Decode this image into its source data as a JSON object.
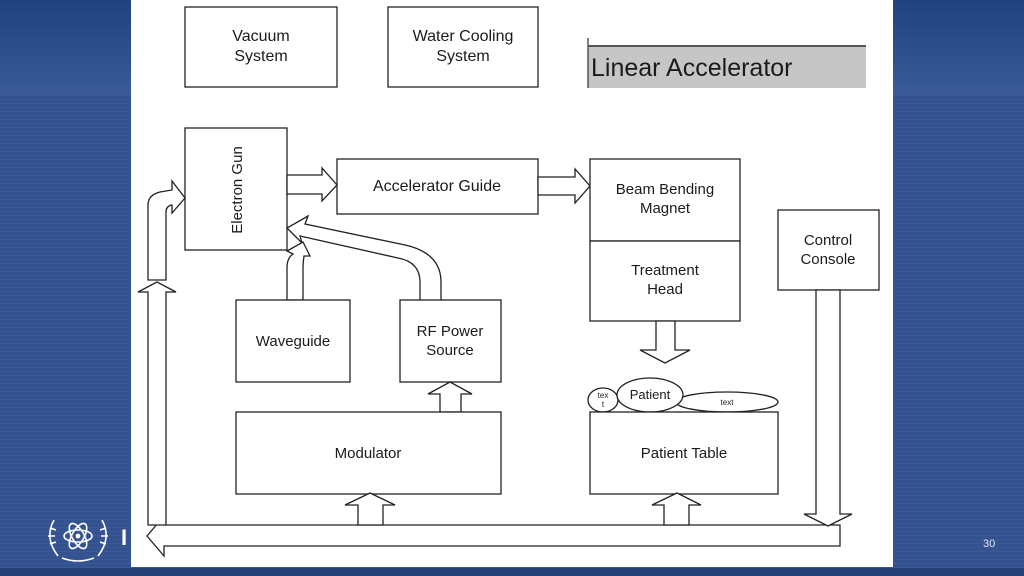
{
  "title": "Linear Accelerator",
  "blocks": {
    "vacuum_system": [
      "Vacuum",
      "System"
    ],
    "water_cooling_system": [
      "Water Cooling",
      "System"
    ],
    "electron_gun": "Electron Gun",
    "accelerator_guide": "Accelerator Guide",
    "beam_bending_magnet": [
      "Beam Bending",
      "Magnet"
    ],
    "treatment_head": [
      "Treatment",
      "Head"
    ],
    "control_console": [
      "Control",
      "Console"
    ],
    "waveguide": "Waveguide",
    "rf_power_source": [
      "RF Power",
      "Source"
    ],
    "modulator": "Modulator",
    "patient_table": "Patient Table",
    "patient": "Patient",
    "text_small": [
      "tex",
      "t"
    ],
    "text_right": "text"
  },
  "footer": {
    "partial_text": "I",
    "slide_number": "30"
  },
  "colors": {
    "background": "#33528f",
    "panel": "#ffffff",
    "lines": "#222222"
  },
  "icons": [
    "iaea-logo"
  ]
}
